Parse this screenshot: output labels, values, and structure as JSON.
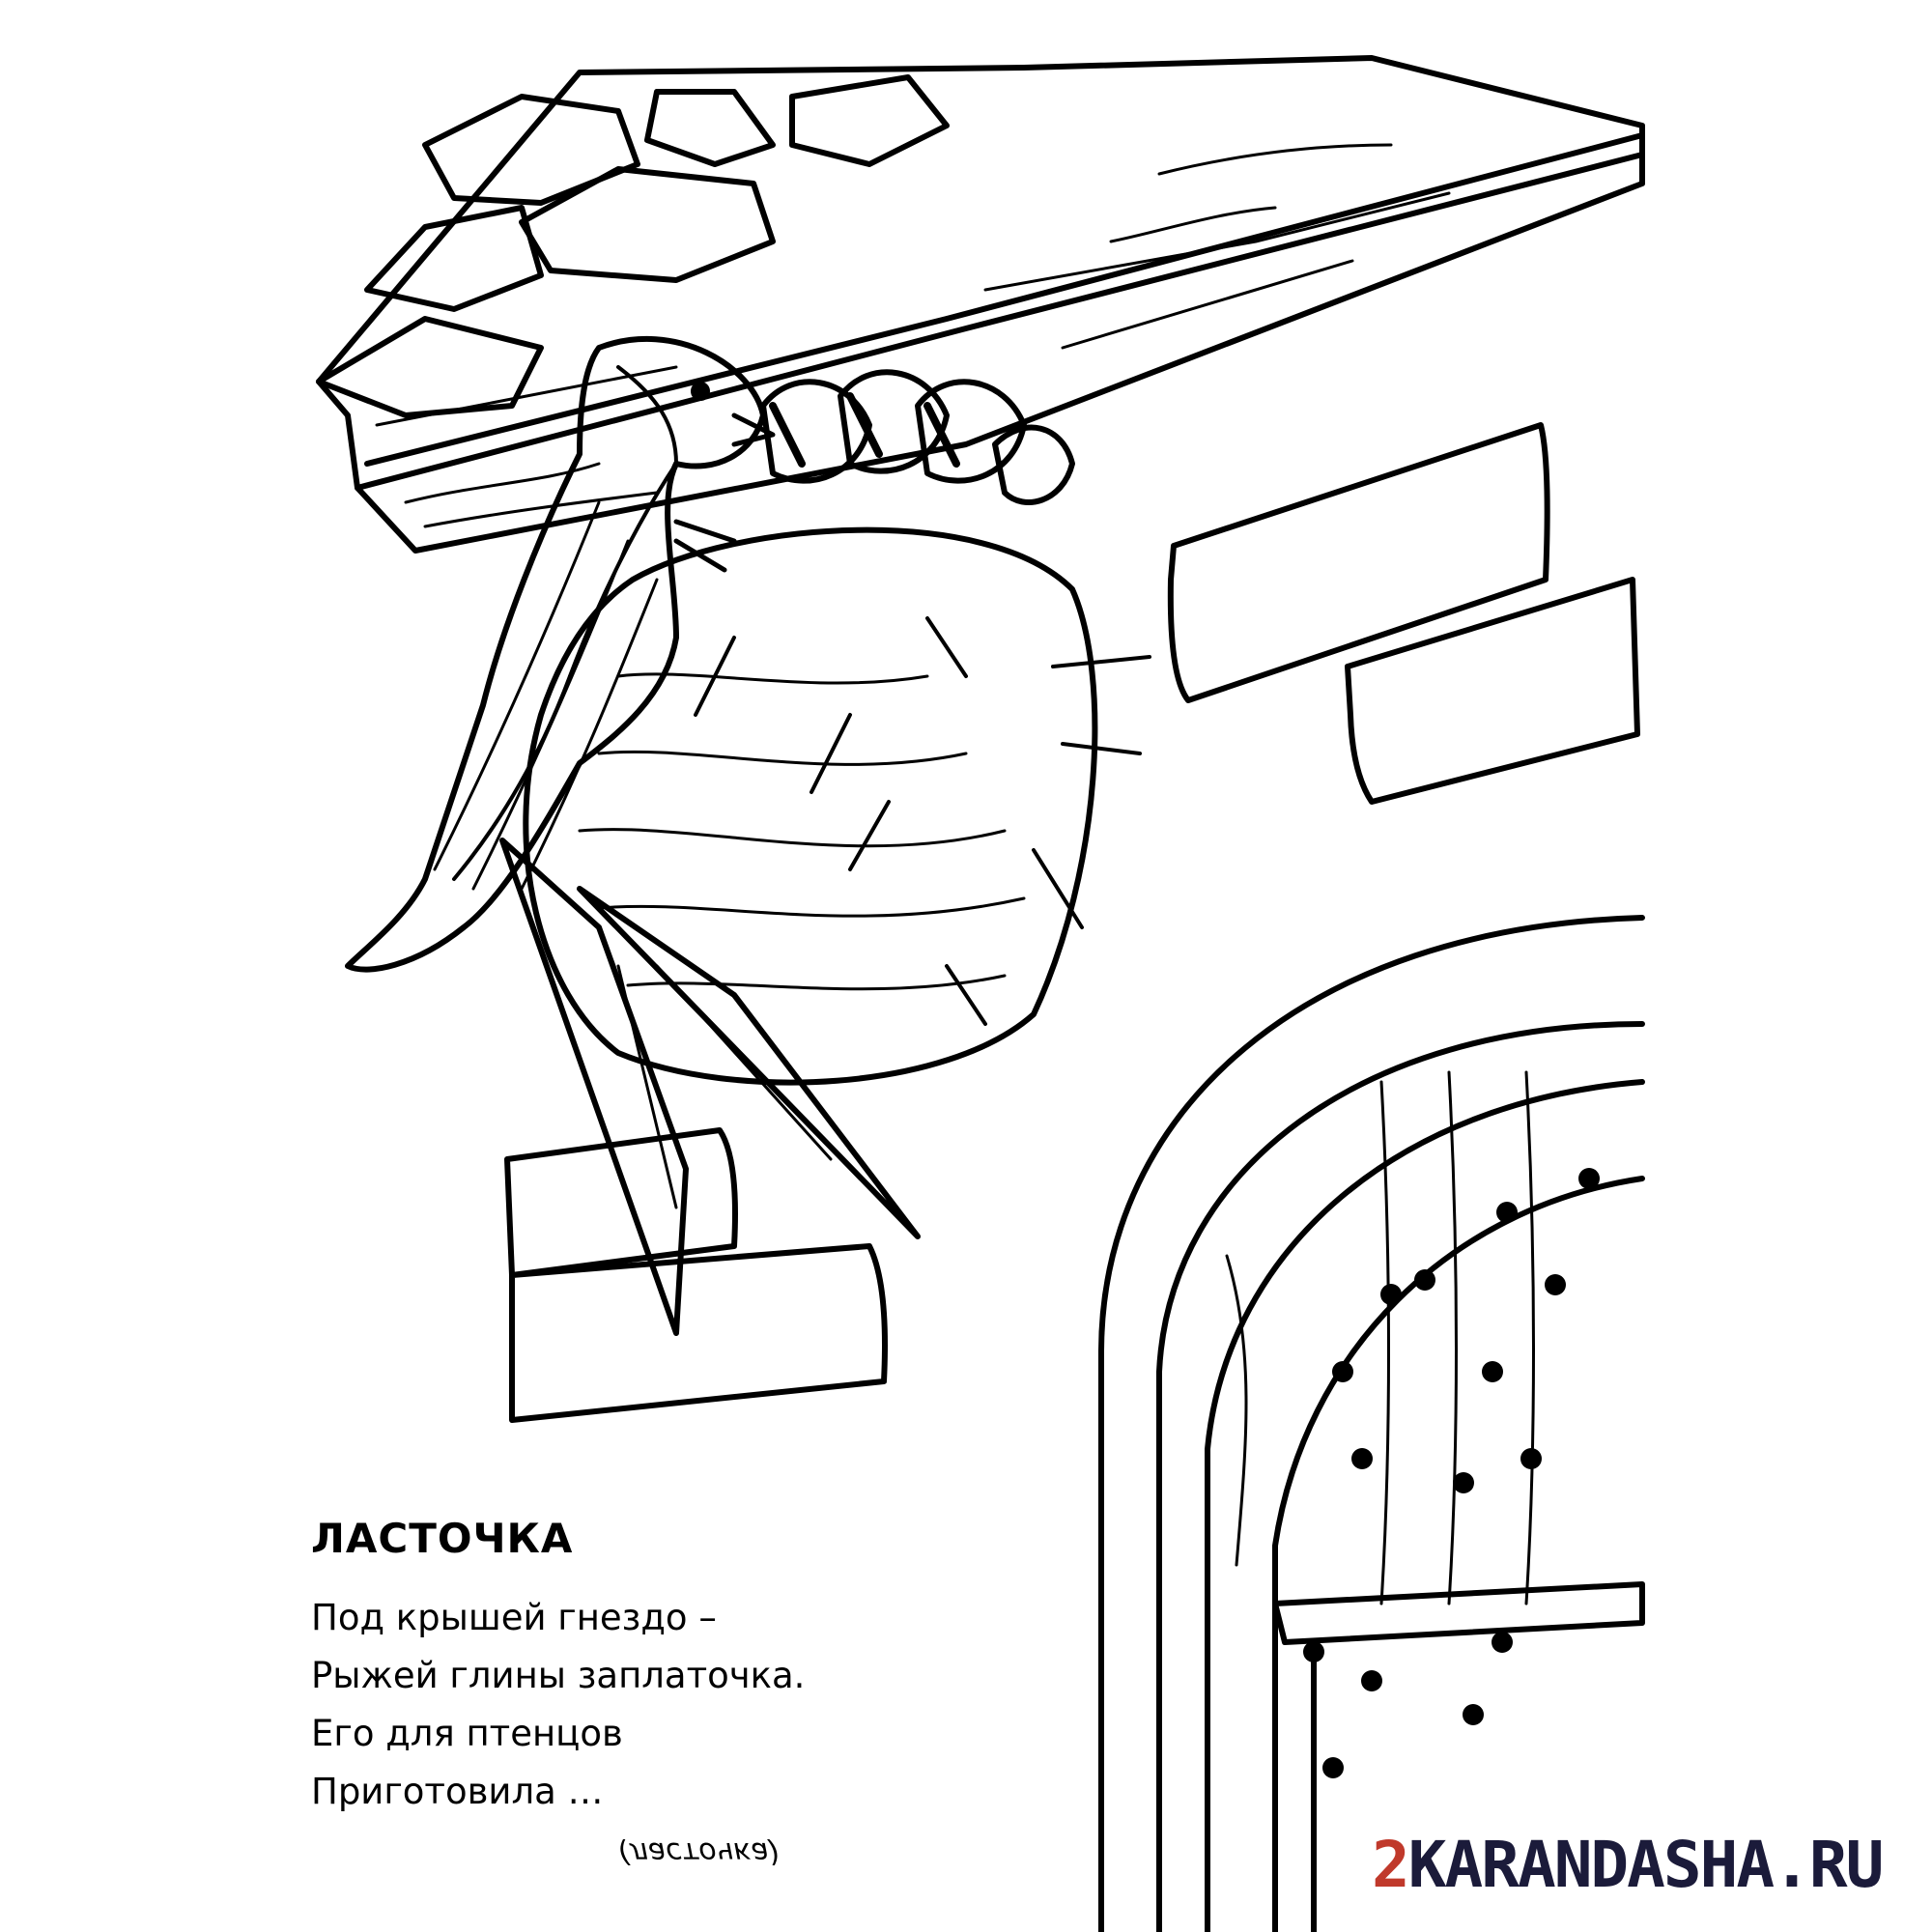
{
  "poem": {
    "title": "ЛАСТОЧКА",
    "lines": [
      "Под крышей гнездо –",
      "Рыжей глины заплаточка.",
      "Его для птенцов",
      "Приготовила …"
    ],
    "answer": "(ласточка)"
  },
  "watermark": {
    "number": "2",
    "brand": "KARANDASHA.RU",
    "number_color": "#c0392b",
    "brand_color": "#1b1b3a"
  },
  "illustration": {
    "subject": "swallow-feeding-chicks-in-nest",
    "line_color": "#000000",
    "background": "#ffffff"
  }
}
